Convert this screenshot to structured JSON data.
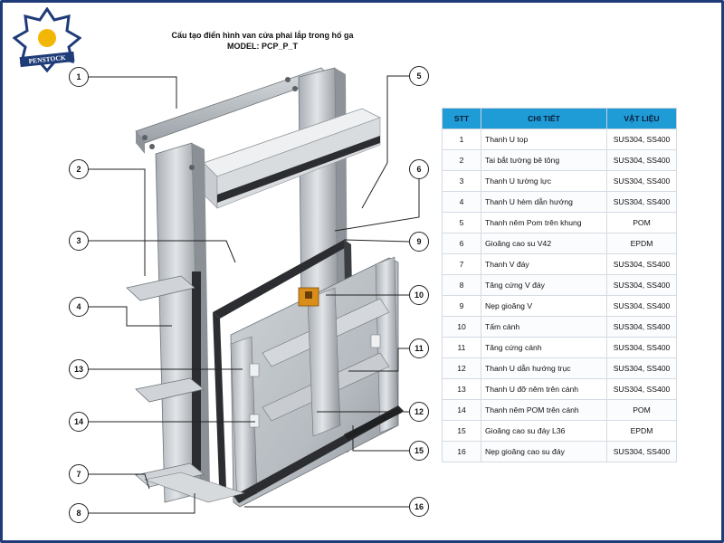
{
  "title": {
    "line1": "Cấu tạo điển hình van cửa phai lắp trong hố ga",
    "line2": "MODEL: PCP_P_T"
  },
  "logo": {
    "text": "PENSTOCK"
  },
  "colors": {
    "frame": "#1f3c78",
    "header": "#1f9bd6",
    "accent": "#f2b705"
  },
  "callouts": [
    "1",
    "2",
    "3",
    "4",
    "5",
    "6",
    "7",
    "8",
    "9",
    "10",
    "11",
    "12",
    "13",
    "14",
    "15",
    "16"
  ],
  "table": {
    "headers": [
      "STT",
      "CHI TIẾT",
      "VẬT LIỆU"
    ],
    "rows": [
      [
        "1",
        "Thanh U top",
        "SUS304, SS400"
      ],
      [
        "2",
        "Tai bắt tường bê tông",
        "SUS304, SS400"
      ],
      [
        "3",
        "Thanh U tường lực",
        "SUS304, SS400"
      ],
      [
        "4",
        "Thanh U hèm dẫn hướng",
        "SUS304, SS400"
      ],
      [
        "5",
        "Thanh nêm Pom trên khung",
        "POM"
      ],
      [
        "6",
        "Gioăng cao su V42",
        "EPDM"
      ],
      [
        "7",
        "Thanh V đáy",
        "SUS304, SS400"
      ],
      [
        "8",
        "Tăng cứng V đáy",
        "SUS304, SS400"
      ],
      [
        "9",
        "Nẹp gioăng V",
        "SUS304, SS400"
      ],
      [
        "10",
        "Tấm cánh",
        "SUS304, SS400"
      ],
      [
        "11",
        "Tăng cứng cánh",
        "SUS304, SS400"
      ],
      [
        "12",
        "Thanh U dẫn hướng trục",
        "SUS304, SS400"
      ],
      [
        "13",
        "Thanh U đỡ nêm trên cánh",
        "SUS304, SS400"
      ],
      [
        "14",
        "Thanh nêm POM trên cánh",
        "POM"
      ],
      [
        "15",
        "Gioăng cao su đáy L36",
        "EPDM"
      ],
      [
        "16",
        "Nẹp gioăng cao su đáy",
        "SUS304, SS400"
      ]
    ]
  }
}
